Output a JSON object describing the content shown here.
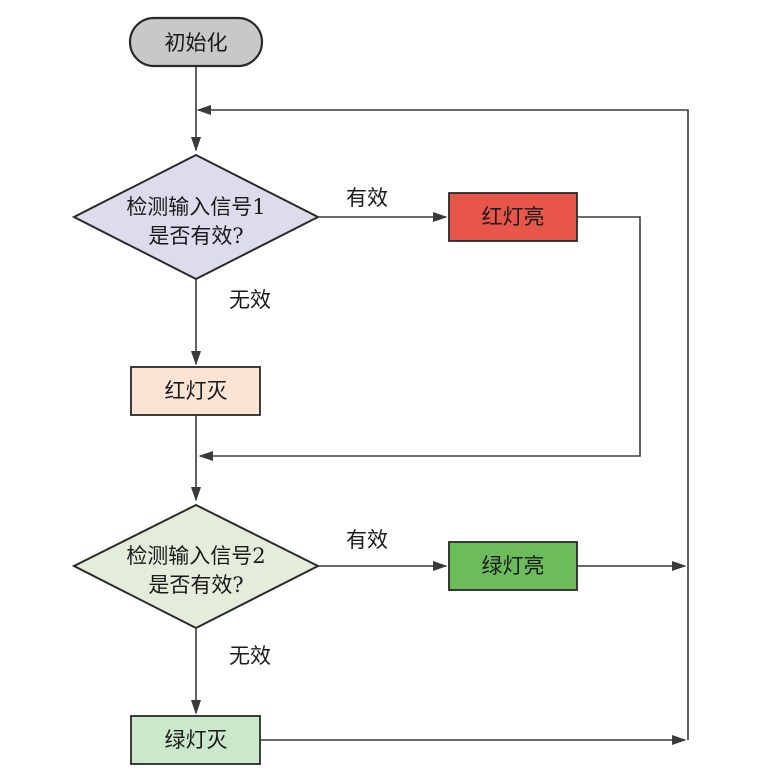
{
  "nodes": {
    "init": {
      "label": "初始化",
      "color": "#c8c8c8"
    },
    "check1": {
      "line1": "检测输入信号1",
      "line2": "是否有效?",
      "color": "#dcdcec"
    },
    "red_on": {
      "label": "红灯亮",
      "color": "#e8564a"
    },
    "red_off": {
      "label": "红灯灭",
      "color": "#fbe4d4"
    },
    "check2": {
      "line1": "检测输入信号2",
      "line2": "是否有效?",
      "color": "#e4ecdc"
    },
    "green_on": {
      "label": "绿灯亮",
      "color": "#6cbc5c"
    },
    "green_off": {
      "label": "绿灯灭",
      "color": "#cce8cc"
    }
  },
  "edges": {
    "valid1": "有效",
    "invalid1": "无效",
    "valid2": "有效",
    "invalid2": "无效"
  }
}
